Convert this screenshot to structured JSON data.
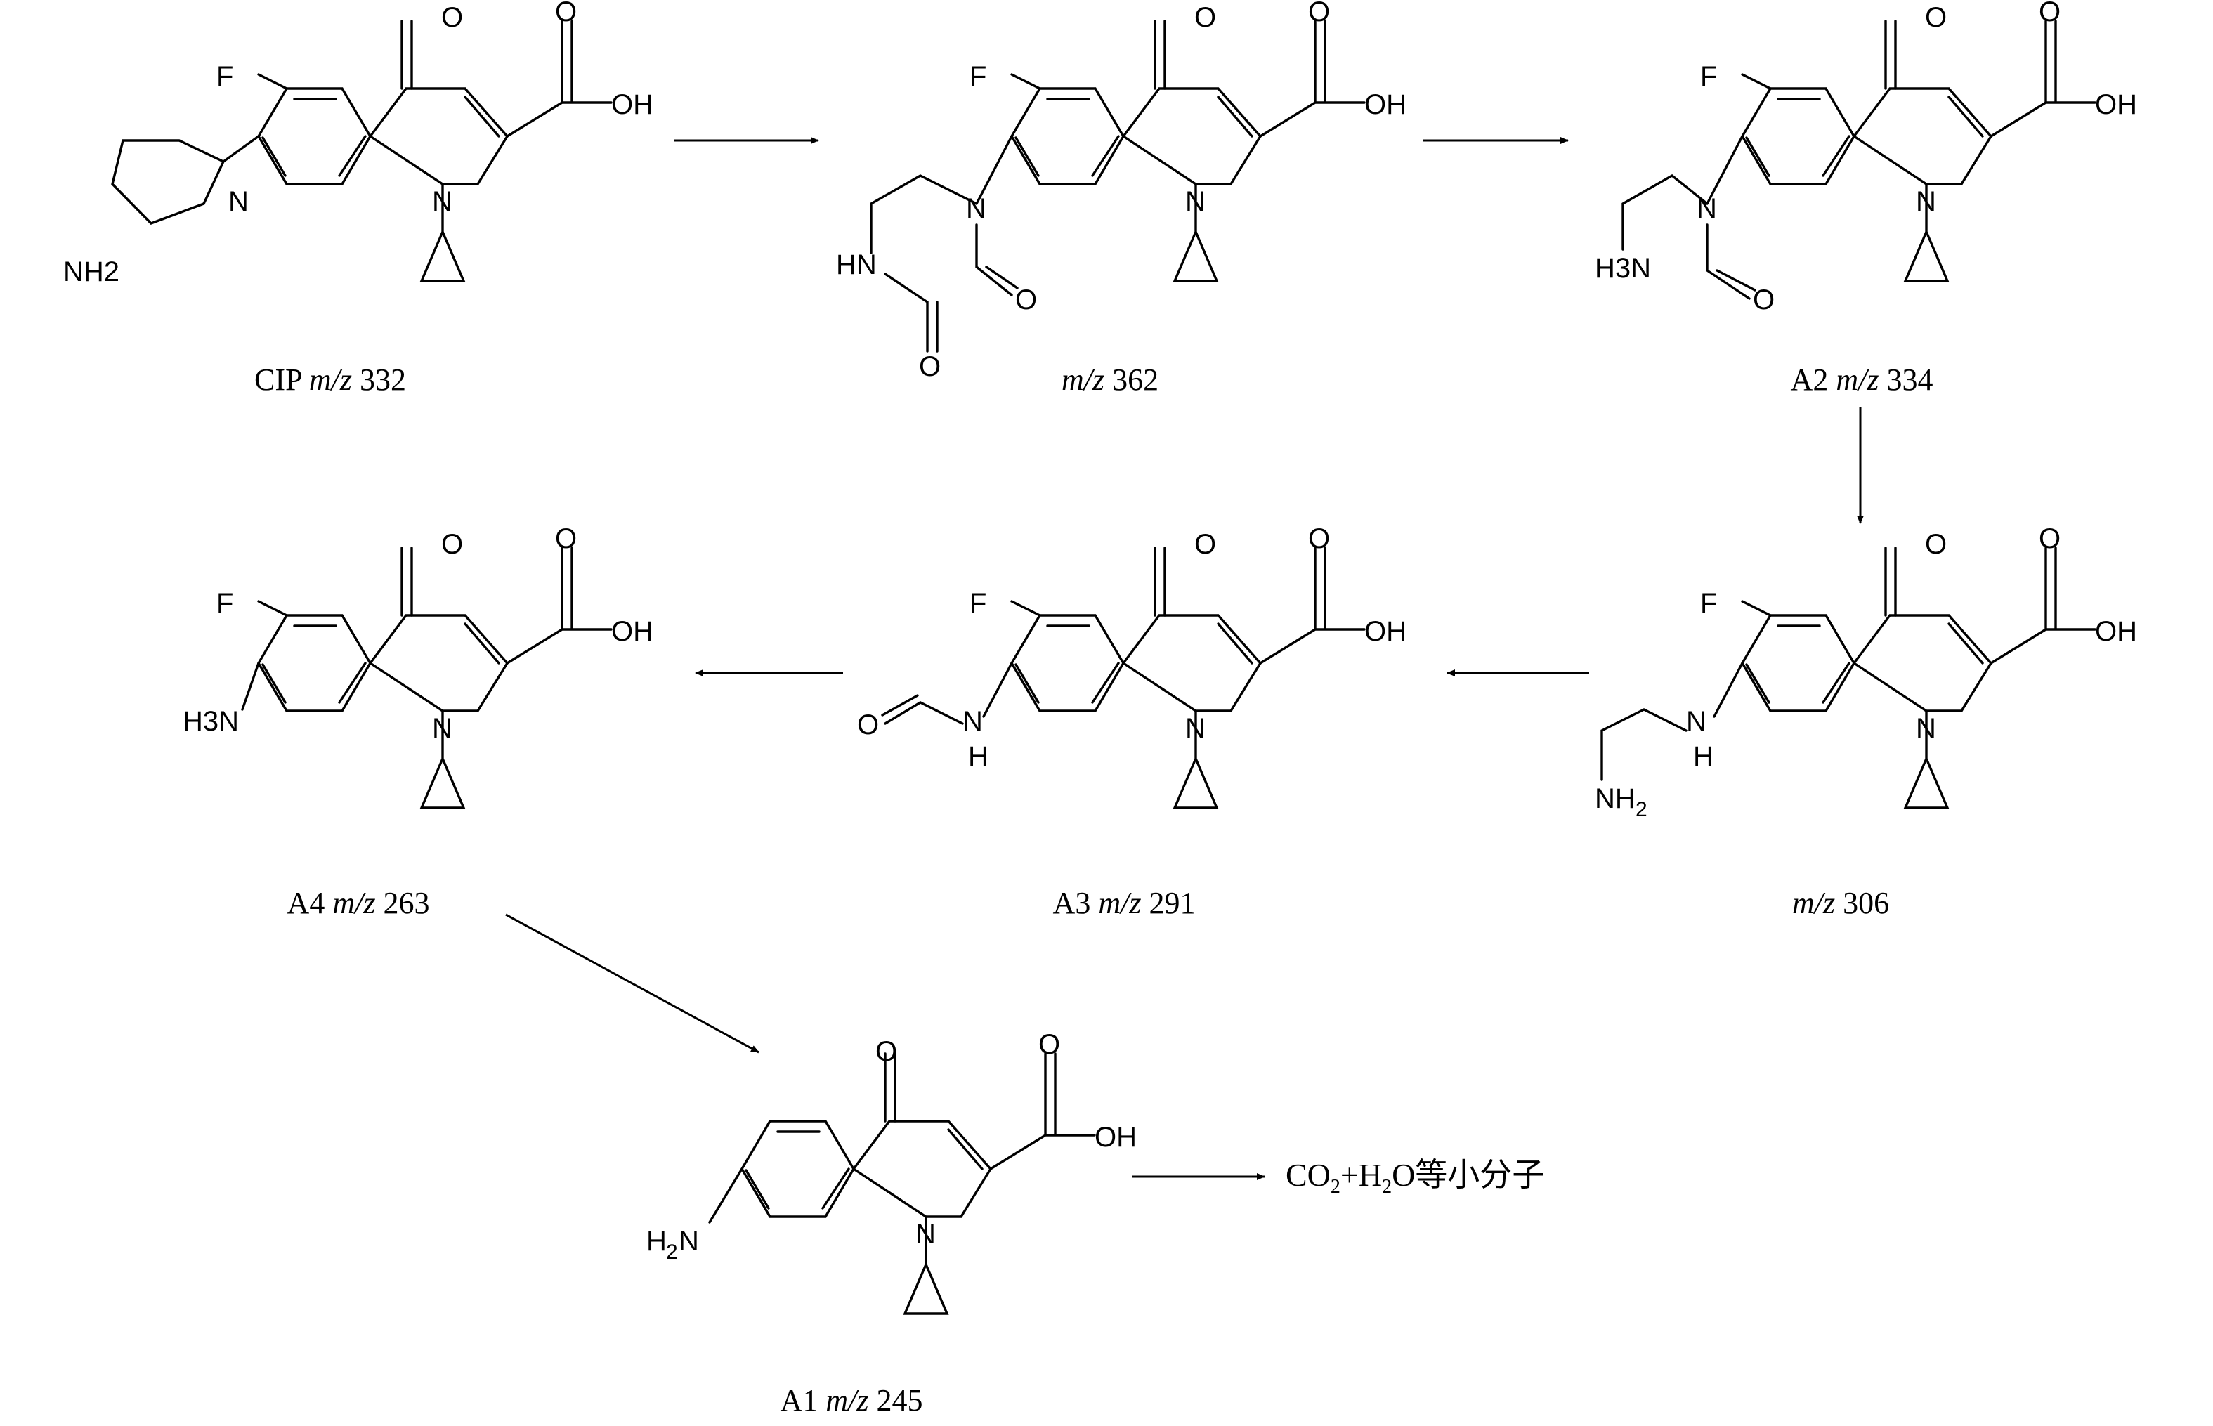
{
  "atoms": {
    "F": "F",
    "O": "O",
    "OH": "OH",
    "N": "N",
    "NH2_ring": "NH2",
    "HN": "HN",
    "H3N": "H3N",
    "H": "H",
    "NH": "NH",
    "H2N_H": "H",
    "H2N_N": "N",
    "sub2": "2"
  },
  "compounds": [
    {
      "id": "cip",
      "name": "CIP",
      "mz_label": "m/z",
      "mz": "332"
    },
    {
      "id": "c362",
      "name": "",
      "mz_label": "m/z",
      "mz": "362"
    },
    {
      "id": "a2",
      "name": "A2",
      "mz_label": "m/z",
      "mz": "334"
    },
    {
      "id": "c306",
      "name": "",
      "mz_label": "m/z",
      "mz": "306"
    },
    {
      "id": "a3",
      "name": "A3",
      "mz_label": "m/z",
      "mz": "291"
    },
    {
      "id": "a4",
      "name": "A4",
      "mz_label": "m/z",
      "mz": "263"
    },
    {
      "id": "a1",
      "name": "A1",
      "mz_label": "m/z",
      "mz": "245"
    }
  ],
  "final_products": {
    "co": "CO",
    "co_sub": "2",
    "plus": "+H",
    "h_sub": "2",
    "rest": "O等小分子"
  }
}
